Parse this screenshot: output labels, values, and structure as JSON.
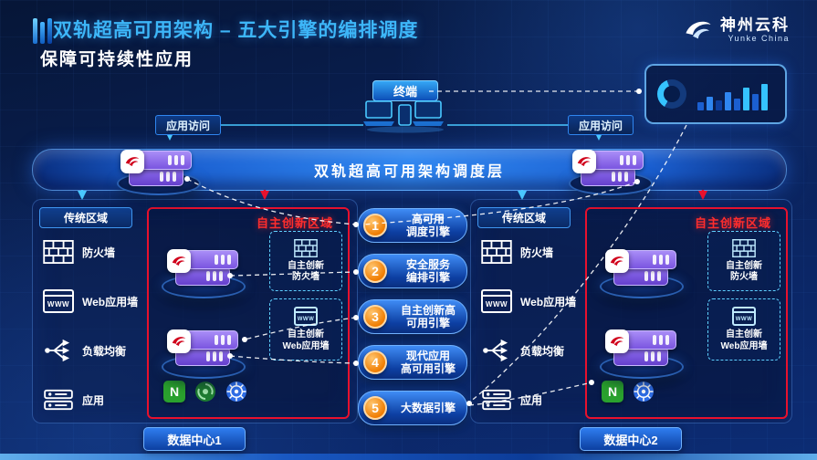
{
  "header": {
    "title": "双轨超高可用架构 – 五大引擎的编排调度",
    "subtitle": "保障可持续性应用",
    "logo_cn": "神州云科",
    "logo_en": "Yunke China"
  },
  "terminal_label": "终端",
  "access_left": "应用访问",
  "access_right": "应用访问",
  "scheduler_label": "双轨超高可用架构调度层",
  "engines": [
    {
      "num": "1",
      "line1": "高可用",
      "line2": "调度引擎"
    },
    {
      "num": "2",
      "line1": "安全服务",
      "line2": "编排引擎"
    },
    {
      "num": "3",
      "line1": "自主创新高",
      "line2": "可用引擎"
    },
    {
      "num": "4",
      "line1": "现代应用",
      "line2": "高可用引擎"
    },
    {
      "num": "5",
      "line1": "大数据引擎",
      "line2": ""
    }
  ],
  "dc1": {
    "traditional_label": "传统区域",
    "innovation_label": "自主创新区域",
    "items": [
      "防火墙",
      "Web应用墙",
      "负载均衡",
      "应用"
    ],
    "inno_firewall": "自主创新\n防火墙",
    "inno_web": "自主创新\nWeb应用墙",
    "badge": "数据中心1"
  },
  "dc2": {
    "traditional_label": "传统区域",
    "innovation_label": "自主创新区域",
    "items": [
      "防火墙",
      "Web应用墙",
      "负载均衡",
      "应用"
    ],
    "inno_firewall": "自主创新\n防火墙",
    "inno_web": "自主创新\nWeb应用墙",
    "badge": "数据中心2"
  },
  "icons": {
    "nginx_letter": "N",
    "www_text": "WWW",
    "terminal_devices": "laptop-phone-laptop",
    "monitor": "gauge-and-bar-chart",
    "server_logo": "red-swoosh-badge",
    "kubernetes": "helm-wheel",
    "firewall": "brick-wall",
    "load_balance": "branch-arrows",
    "app": "stacked-servers"
  },
  "colors": {
    "accent_cyan": "#3db6f8",
    "accent_red": "#e8112d",
    "engine_orange": "#f08300",
    "server_purple": "#7a55e0"
  }
}
